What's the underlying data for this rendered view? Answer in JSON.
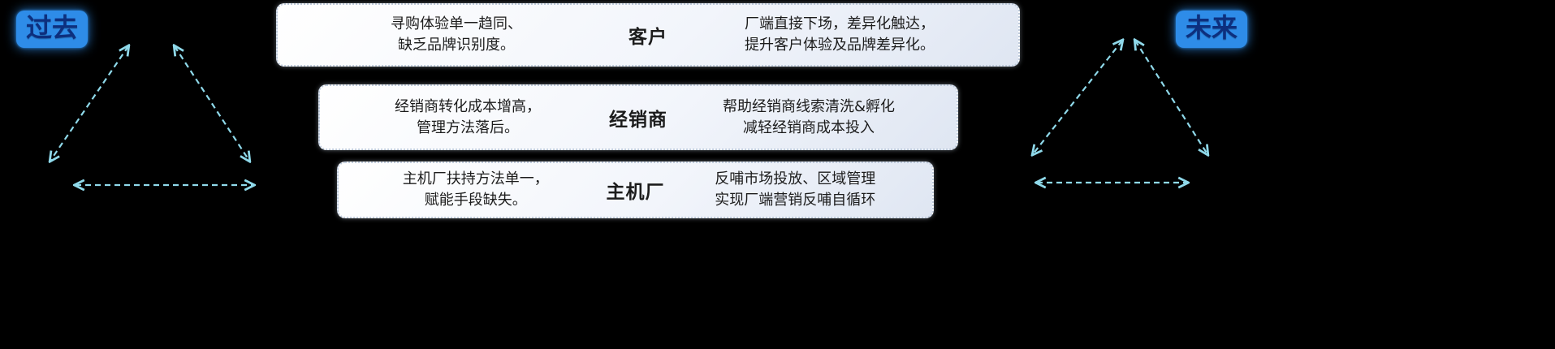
{
  "labels": {
    "past": "过去",
    "future": "未来"
  },
  "rows": [
    {
      "center": "客户",
      "left_lines": [
        "寻购体验单一趋同、",
        "缺乏品牌识别度。"
      ],
      "right_lines": [
        "厂端直接下场，差异化触达，",
        "提升客户体验及品牌差异化。"
      ]
    },
    {
      "center": "经销商",
      "left_lines": [
        "经销商转化成本增高，",
        "管理方法落后。"
      ],
      "right_lines": [
        "帮助经销商线索清洗&孵化",
        "减轻经销商成本投入"
      ]
    },
    {
      "center": "主机厂",
      "left_lines": [
        "主机厂扶持方法单一，",
        "赋能手段缺失。"
      ],
      "right_lines": [
        "反哺市场投放、区域管理",
        "实现厂端营销反哺自循环"
      ]
    }
  ],
  "colors": {
    "bg_color": "#000000",
    "arrow_color": "#8fd9ea",
    "label_bg": "#2e8ce8",
    "label_text": "#0d2f7e",
    "box_text": "#1c1c1c"
  }
}
